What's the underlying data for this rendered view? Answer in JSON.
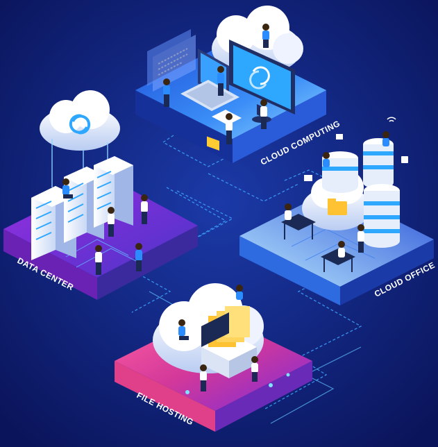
{
  "labels": {
    "cloud_computing": "CLOUD COMPUTING",
    "cloud_office": "CLOUD OFFICE",
    "data_center": "DATA CENTER",
    "file_hosting": "FILE HOSTING"
  },
  "colors": {
    "background": "#0d1a6b",
    "platform_blue": "#2f7cf2",
    "platform_purple": "#7a2bd9",
    "platform_pink": "#e0408a",
    "circuit": "#3fa4ff"
  },
  "icons": [
    "cloud-icon",
    "server-rack-icon",
    "monitor-icon",
    "laptop-icon",
    "database-icon",
    "folder-icon",
    "sync-icon",
    "lock-icon",
    "wifi-icon",
    "person-icon"
  ]
}
